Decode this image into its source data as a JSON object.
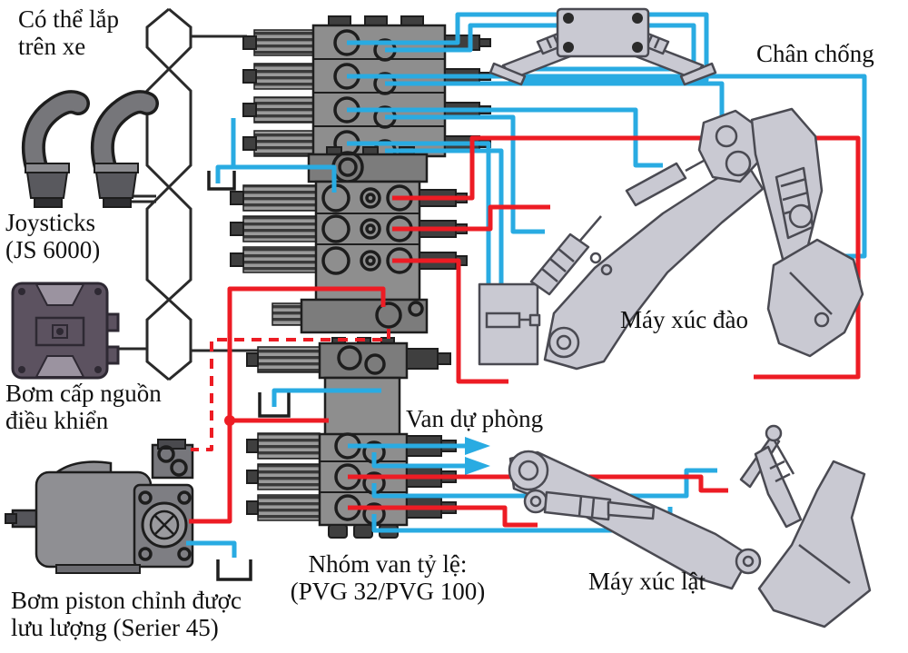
{
  "labels": {
    "mountable_note": "Có thể lắp\ntrên xe",
    "outrigger": "Chân chống",
    "joysticks": "Joysticks\n(JS 6000)",
    "pilot_pump": "Bơm cấp nguồn\nđiều khiển",
    "excavator": "Máy xúc đào",
    "spare_valve": "Van dự phòng",
    "proportional_valve_group": "Nhóm van tỷ lệ:\n(PVG 32/PVG 100)",
    "loader": "Máy xúc lật",
    "piston_pump": "Bơm piston chỉnh được\nlưu lượng (Serier 45)"
  },
  "colors": {
    "pipe_blue": "#29abe2",
    "pipe_red": "#ed1c24",
    "component_gray": "#8e8e8e",
    "machine_fill": "#c9c9d2",
    "machine_stroke": "#4a4a52",
    "pump_fill": "#5c5260",
    "text": "#101010",
    "background": "#ffffff"
  }
}
